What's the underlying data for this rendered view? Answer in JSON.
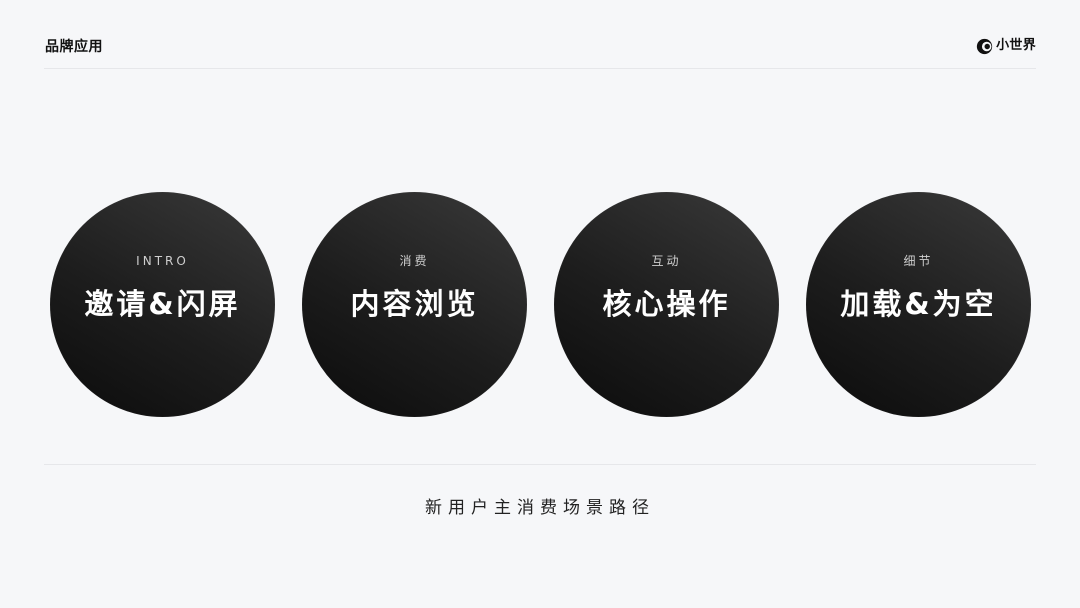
{
  "header": {
    "section_title": "品牌应用",
    "brand_name": "小世界",
    "brand_icon": "crescent-logo-icon"
  },
  "stages": [
    {
      "subtitle": "INTRO",
      "title": "邀请&闪屏"
    },
    {
      "subtitle": "消费",
      "title": "内容浏览"
    },
    {
      "subtitle": "互动",
      "title": "核心操作"
    },
    {
      "subtitle": "细节",
      "title": "加载&为空"
    }
  ],
  "caption": "新用户主消费场景路径",
  "colors": {
    "background": "#f6f7f9",
    "circle_dark": "#0b0b0b",
    "circle_light": "#3a3a3a",
    "text": "#111111"
  }
}
